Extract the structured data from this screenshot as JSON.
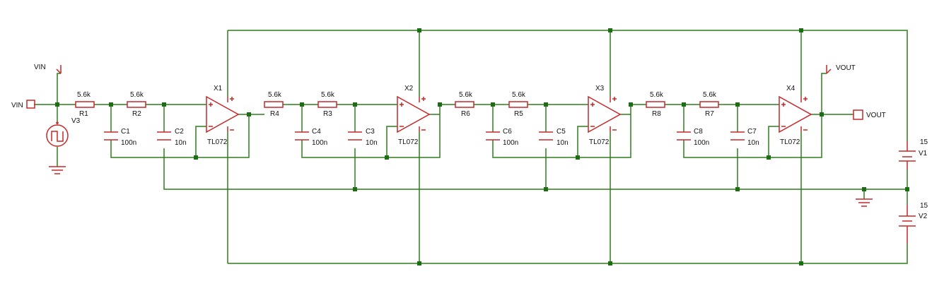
{
  "net_labels": {
    "vin": "VIN",
    "vout": "VOUT"
  },
  "ports": {
    "vin": "VIN",
    "vout": "VOUT"
  },
  "opamps": [
    {
      "ref": "X1",
      "part": "TL072"
    },
    {
      "ref": "X2",
      "part": "TL072"
    },
    {
      "ref": "X3",
      "part": "TL072"
    },
    {
      "ref": "X4",
      "part": "TL072"
    }
  ],
  "resistors": [
    {
      "ref": "R1",
      "value": "5.6k"
    },
    {
      "ref": "R2",
      "value": "5.6k"
    },
    {
      "ref": "R4",
      "value": "5.6k"
    },
    {
      "ref": "R3",
      "value": "5.6k"
    },
    {
      "ref": "R6",
      "value": "5.6k"
    },
    {
      "ref": "R5",
      "value": "5.6k"
    },
    {
      "ref": "R8",
      "value": "5.6k"
    },
    {
      "ref": "R7",
      "value": "5.6k"
    }
  ],
  "capacitors": [
    {
      "ref": "C1",
      "value": "100n"
    },
    {
      "ref": "C2",
      "value": "10n"
    },
    {
      "ref": "C4",
      "value": "100n"
    },
    {
      "ref": "C3",
      "value": "10n"
    },
    {
      "ref": "C6",
      "value": "100n"
    },
    {
      "ref": "C5",
      "value": "10n"
    },
    {
      "ref": "C8",
      "value": "100n"
    },
    {
      "ref": "C7",
      "value": "10n"
    }
  ],
  "sources": [
    {
      "ref": "V1",
      "value": "15"
    },
    {
      "ref": "V2",
      "value": "15"
    },
    {
      "ref": "V3",
      "value": ""
    }
  ],
  "colors": {
    "wire": "#2e7d1f",
    "component": "#c62828",
    "junction": "#1b6e12"
  }
}
